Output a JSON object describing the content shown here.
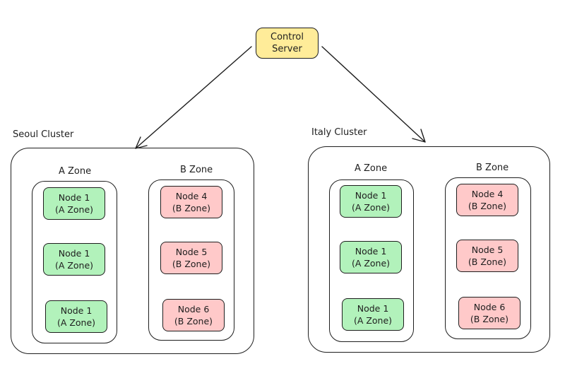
{
  "control_server": {
    "line1": "Control",
    "line2": "Server"
  },
  "clusters": [
    {
      "title": "Seoul Cluster",
      "zones": [
        {
          "title": "A Zone",
          "nodes": [
            {
              "name": "Node 1",
              "zone": "(A Zone)"
            },
            {
              "name": "Node 1",
              "zone": "(A Zone)"
            },
            {
              "name": "Node 1",
              "zone": "(A Zone)"
            }
          ]
        },
        {
          "title": "B Zone",
          "nodes": [
            {
              "name": "Node 4",
              "zone": "(B Zone)"
            },
            {
              "name": "Node 5",
              "zone": "(B Zone)"
            },
            {
              "name": "Node 6",
              "zone": "(B Zone)"
            }
          ]
        }
      ]
    },
    {
      "title": "Italy Cluster",
      "zones": [
        {
          "title": "A Zone",
          "nodes": [
            {
              "name": "Node 1",
              "zone": "(A Zone)"
            },
            {
              "name": "Node 1",
              "zone": "(A Zone)"
            },
            {
              "name": "Node 1",
              "zone": "(A Zone)"
            }
          ]
        },
        {
          "title": "B Zone",
          "nodes": [
            {
              "name": "Node 4",
              "zone": "(B Zone)"
            },
            {
              "name": "Node 5",
              "zone": "(B Zone)"
            },
            {
              "name": "Node 6",
              "zone": "(B Zone)"
            }
          ]
        }
      ]
    }
  ],
  "colors": {
    "control_fill": "#ffec99",
    "a_zone_node_fill": "#b2f2bb",
    "b_zone_node_fill": "#ffc9c9",
    "stroke": "#1e1e1e"
  }
}
